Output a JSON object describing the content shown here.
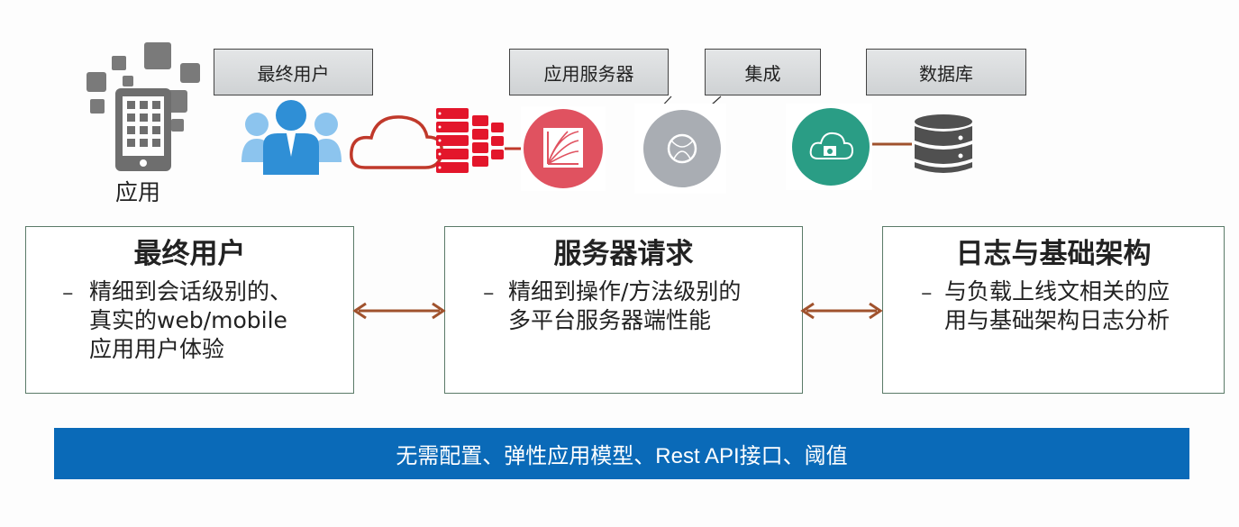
{
  "app_label": "应用",
  "tags": {
    "end_user": "最终用户",
    "app_server": "应用服务器",
    "integration": "集成",
    "database": "数据库"
  },
  "boxes": [
    {
      "title": "最终用户",
      "dash": "–",
      "lines": [
        "精细到会话级别的、",
        "真实的web/mobile",
        "应用用户体验"
      ]
    },
    {
      "title": "服务器请求",
      "dash": "–",
      "lines": [
        "精细到操作/方法级别的",
        "多平台服务器端性能"
      ]
    },
    {
      "title": "日志与基础架构",
      "dash": "–",
      "lines": [
        "与负载上线文相关的应",
        "用与基础架构日志分析"
      ]
    }
  ],
  "banner": "无需配置、弹性应用模型、Rest API接口、阈值",
  "colors": {
    "arrow": "#a0522d",
    "banner": "#0a6ab8",
    "users": "#2f8fd6",
    "cloud": "#c0392b",
    "server_red": "#e3162b",
    "app_circle": "#e05260",
    "integration_circle": "#a9adb3",
    "db_circle": "#2a9d85",
    "database": "#505050"
  },
  "icons": [
    "tablet-mosaic-icon",
    "users-icon",
    "cloud-icon",
    "server-rack-icon",
    "app-server-icon",
    "integration-icon",
    "cloud-gear-icon",
    "database-icon"
  ]
}
